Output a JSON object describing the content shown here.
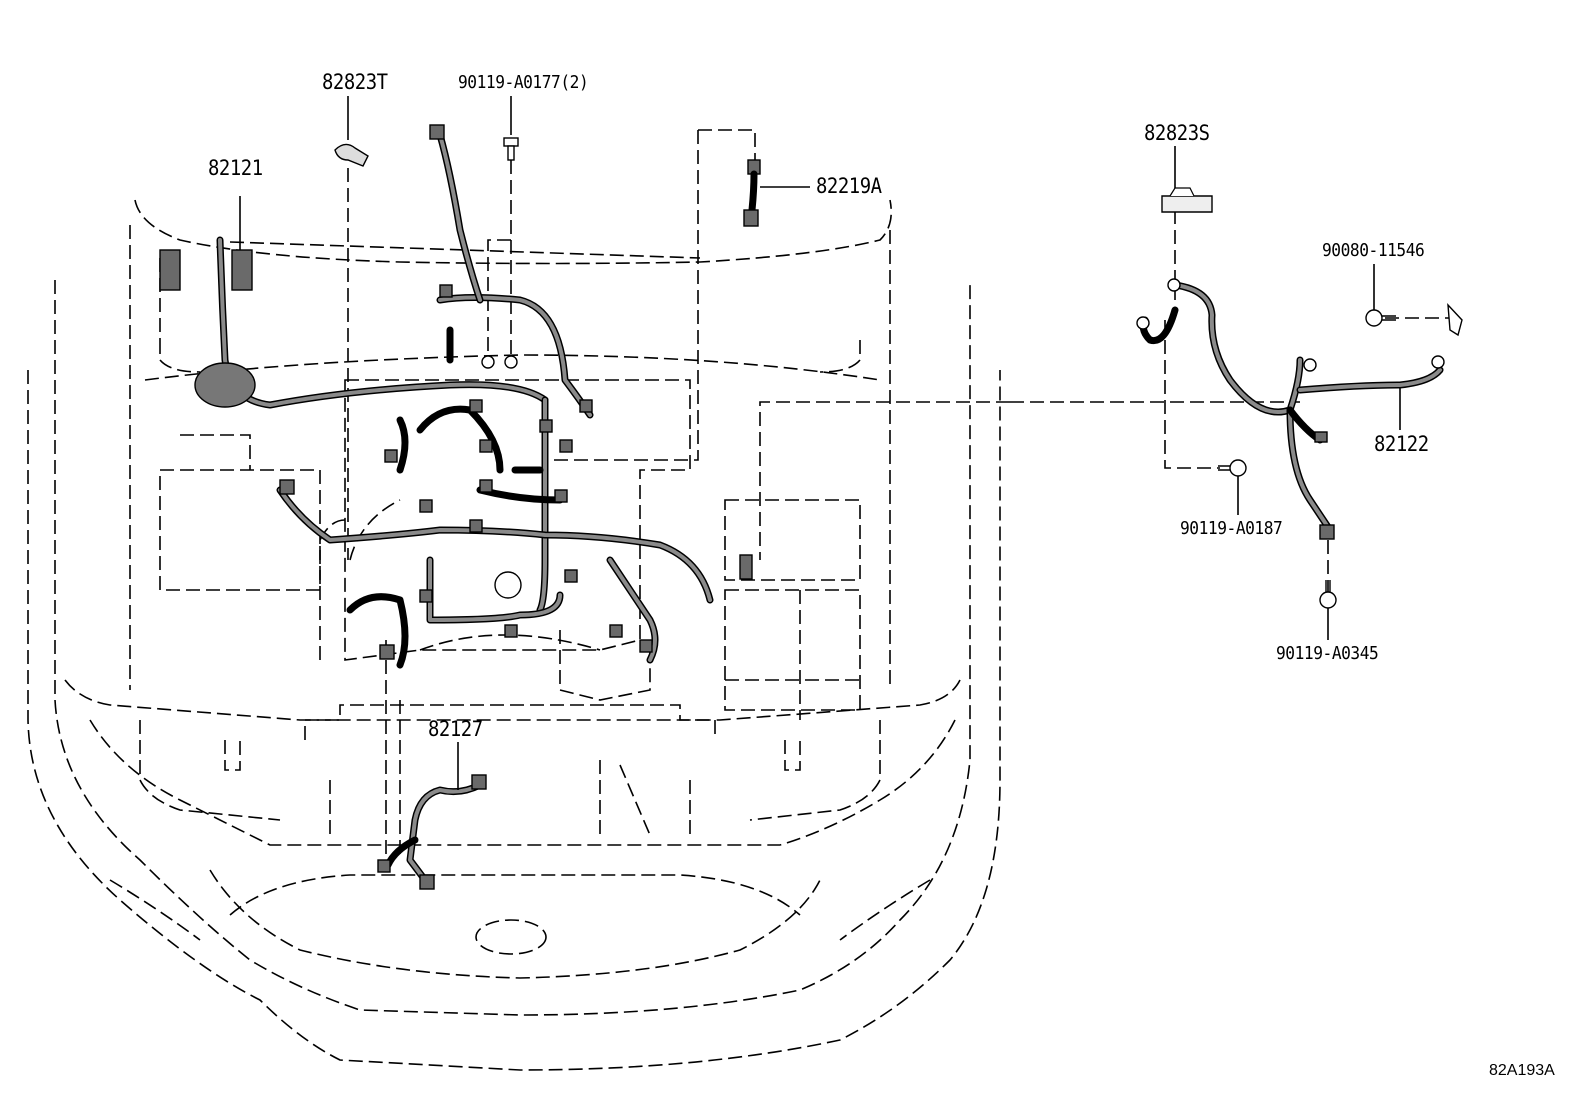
{
  "diagram": {
    "part_labels": [
      {
        "id": "p82823T",
        "text": "82823T"
      },
      {
        "id": "p90119A0177",
        "text": "90119-A0177(2)"
      },
      {
        "id": "p82121",
        "text": "82121"
      },
      {
        "id": "p82219A",
        "text": "82219A"
      },
      {
        "id": "p82823S",
        "text": "82823S"
      },
      {
        "id": "p9008011546",
        "text": "90080-11546"
      },
      {
        "id": "p82122",
        "text": "82122"
      },
      {
        "id": "p90119A0187",
        "text": "90119-A0187"
      },
      {
        "id": "p90119A0345",
        "text": "90119-A0345"
      },
      {
        "id": "p82127",
        "text": "82127"
      }
    ],
    "figure_ref": "82A193A"
  }
}
